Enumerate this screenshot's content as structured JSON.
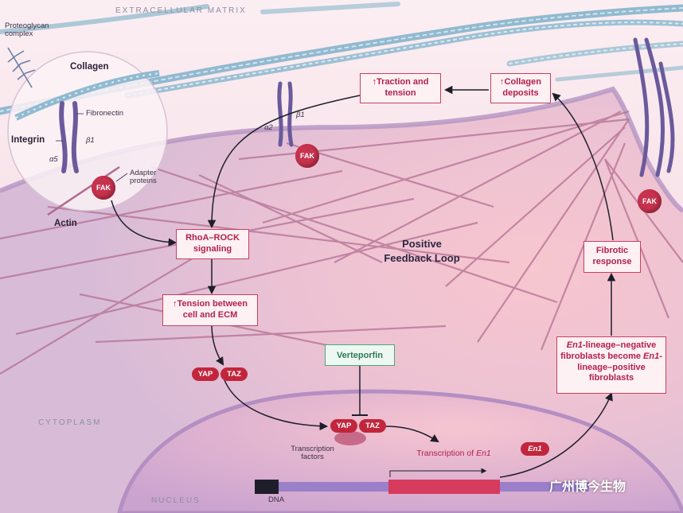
{
  "regions": {
    "extracellular": "EXTRACELLULAR MATRIX",
    "cytoplasm": "CYTOPLASM",
    "nucleus": "NUCLEUS"
  },
  "inset": {
    "proteoglycan": "Proteoglycan complex",
    "collagen": "Collagen",
    "fibronectin": "Fibronectin",
    "integrin": "Integrin",
    "beta1": "β1",
    "alpha5": "α5",
    "adapter": "Adapter proteins",
    "actin": "Actin",
    "fak": "FAK"
  },
  "membrane": {
    "alpha2": "α2",
    "beta1": "β1",
    "fak_mid": "FAK",
    "fak_right": "FAK"
  },
  "boxes": {
    "rhoa": "RhoA–ROCK signaling",
    "tension": "↑Tension between cell and ECM",
    "traction": "↑Traction and tension",
    "collagen_deposits": "↑Collagen deposits",
    "fibrotic": "Fibrotic response",
    "lineage_line1_gene": "En1",
    "lineage_line1": "-lineage–negative fibroblasts become",
    "lineage_line2_gene": "En1",
    "lineage_line2": "-lineage–positive fibroblasts",
    "verteporfin": "Verteporfin"
  },
  "center": {
    "positive": "Positive",
    "feedback": "Feedback Loop"
  },
  "pills": {
    "yap": "YAP",
    "taz": "TAZ",
    "yap_nuc": "YAP",
    "taz_nuc": "TAZ",
    "en1": "En1"
  },
  "nucleus_labels": {
    "tf": "Transcription factors",
    "transcription_prefix": "Transcription of ",
    "transcription_gene": "En1",
    "dna": "DNA"
  },
  "watermark": "广州博今生物",
  "colors": {
    "accent": "#c9405f",
    "fak": "#c7324e",
    "verteporfin": "#4aa87c",
    "integrin": "#6a5a9c",
    "collagen": "#7fb0c9"
  }
}
